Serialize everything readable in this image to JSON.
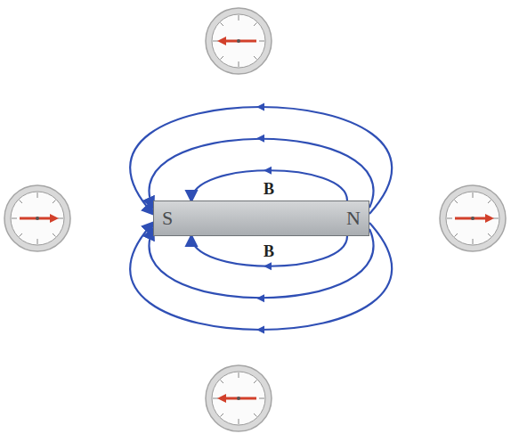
{
  "diagram": {
    "nodes": [
      {
        "text": [
          "S",
          "N"
        ]
      }
    ],
    "labels": [
      "B",
      "B"
    ]
  }
}
